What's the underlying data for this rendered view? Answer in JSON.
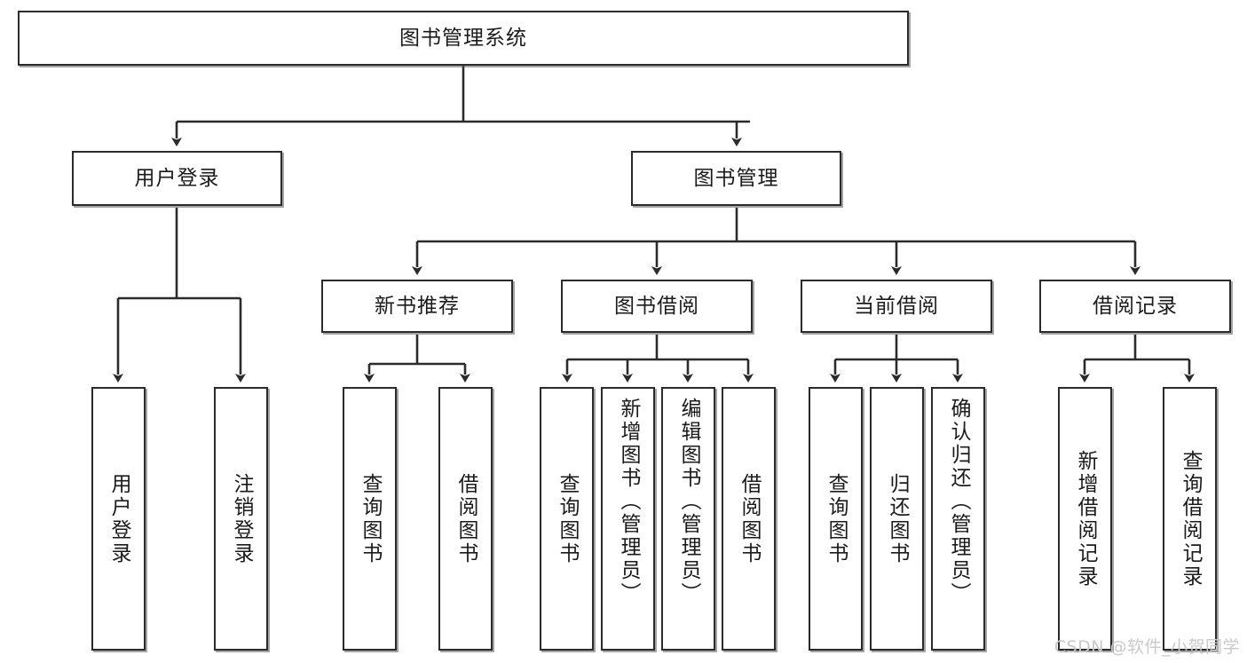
{
  "diagram": {
    "title": "图书管理系统",
    "type": "tree",
    "orientation": "top-down",
    "colors": {
      "box_border": "#2b2b2b",
      "box_fill": "#ffffff",
      "connector": "#2b2b2b",
      "text": "#1b1b1b",
      "watermark": "#c9c9c9",
      "background": "#ffffff"
    },
    "watermark": "CSDN @软件_小贺同学",
    "nodes": {
      "root": {
        "label": "图书管理系统"
      },
      "level2": [
        {
          "label": "用户登录"
        },
        {
          "label": "图书管理"
        }
      ],
      "level3": [
        {
          "label": "新书推荐"
        },
        {
          "label": "图书借阅"
        },
        {
          "label": "当前借阅"
        },
        {
          "label": "借阅记录"
        }
      ],
      "leaves_user_login": [
        {
          "label": "用户登录"
        },
        {
          "label": "注销登录"
        }
      ],
      "leaves_new_book": [
        {
          "label": "查询图书"
        },
        {
          "label": "借阅图书"
        }
      ],
      "leaves_borrow": [
        {
          "label": "查询图书"
        },
        {
          "label": "新增图书（管理员）"
        },
        {
          "label": "编辑图书（管理员）"
        },
        {
          "label": "借阅图书"
        }
      ],
      "leaves_current": [
        {
          "label": "查询图书"
        },
        {
          "label": "归还图书"
        },
        {
          "label": "确认归还（管理员）"
        }
      ],
      "leaves_record": [
        {
          "label": "新增借阅记录"
        },
        {
          "label": "查询借阅记录"
        }
      ]
    }
  }
}
